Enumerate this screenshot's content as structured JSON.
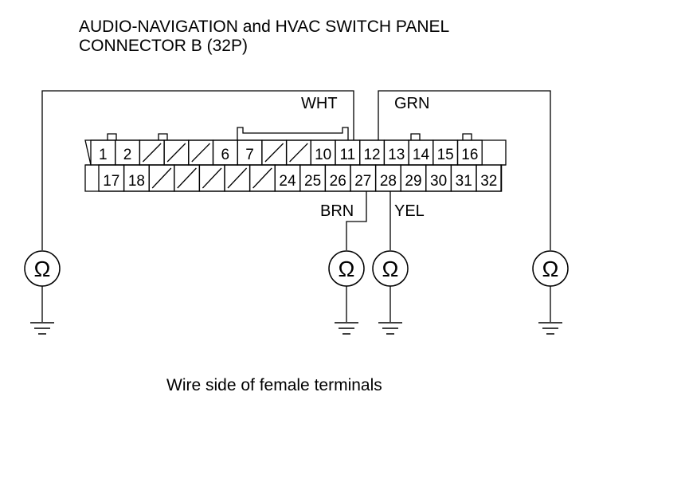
{
  "title": {
    "line1": "AUDIO-NAVIGATION and HVAC SWITCH PANEL",
    "line2": "CONNECTOR B (32P)"
  },
  "caption": "Wire side of female terminals",
  "wires": {
    "wht": "WHT",
    "grn": "GRN",
    "brn": "BRN",
    "yel": "YEL"
  },
  "connector": {
    "top_row": [
      "1",
      "2",
      "",
      "",
      "",
      "6",
      "7",
      "",
      "",
      "10",
      "11",
      "12",
      "13",
      "14",
      "15",
      "16"
    ],
    "bottom_row": [
      "17",
      "18",
      "",
      "",
      "",
      "",
      "",
      "24",
      "25",
      "26",
      "27",
      "28",
      "29",
      "30",
      "31",
      "32"
    ]
  },
  "meters": [
    "Ω",
    "Ω",
    "Ω",
    "Ω"
  ]
}
